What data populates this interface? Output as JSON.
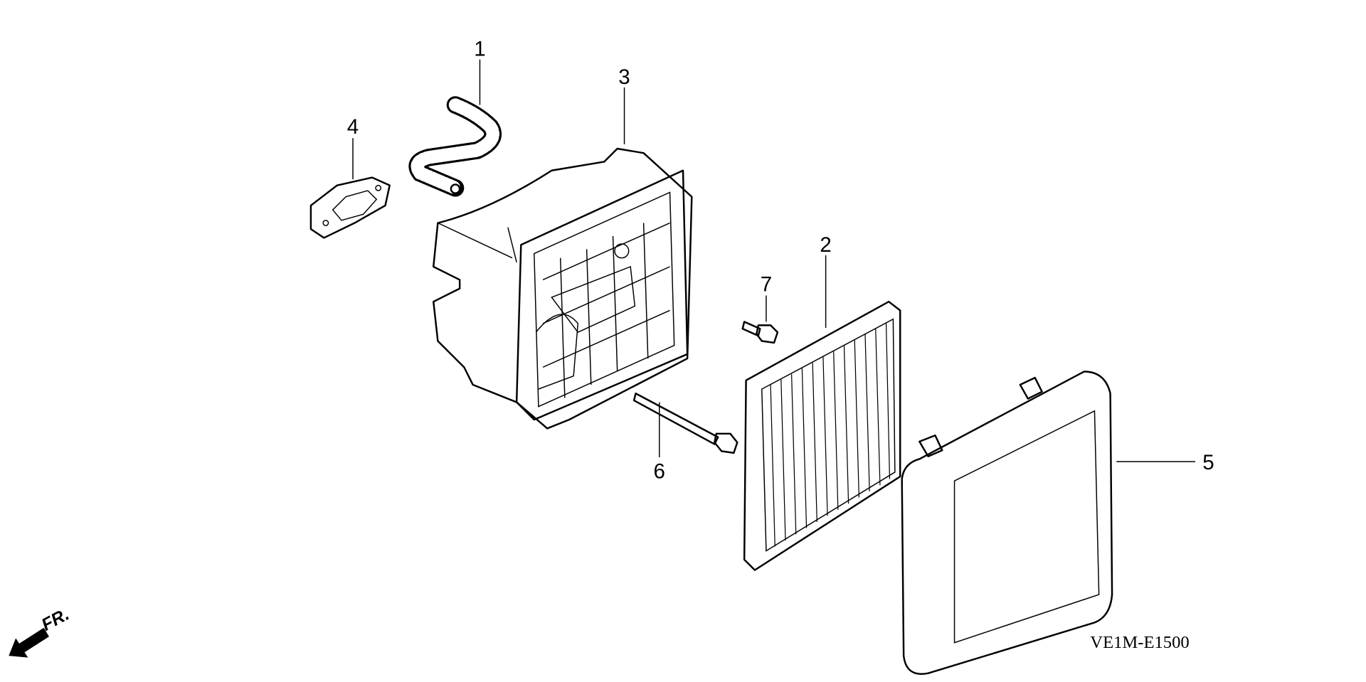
{
  "diagram": {
    "parts": [
      {
        "callout": "1",
        "part": "hose"
      },
      {
        "callout": "2",
        "part": "filter-element"
      },
      {
        "callout": "3",
        "part": "air-cleaner-case"
      },
      {
        "callout": "4",
        "part": "gasket"
      },
      {
        "callout": "5",
        "part": "cover"
      },
      {
        "callout": "6",
        "part": "long-bolt"
      },
      {
        "callout": "7",
        "part": "short-bolt"
      }
    ],
    "front_indicator": "FR.",
    "diagram_code": "VE1M-E1500"
  }
}
